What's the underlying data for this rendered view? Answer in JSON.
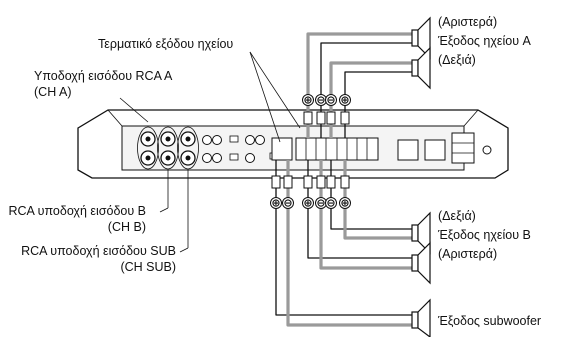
{
  "labels": {
    "terminal": "Τερματικό εξόδου ηχείου",
    "rca_a_line1": "Υποδοχή εισόδου RCA A",
    "rca_a_line2": "(CH A)",
    "rca_b_line1": "RCA υποδοχή εισόδου B",
    "rca_b_line2": "(CH B)",
    "rca_sub_line1": "RCA υποδοχή εισόδου SUB",
    "rca_sub_line2": "(CH SUB)",
    "spk_a_left": "(Αριστερά)",
    "spk_a_title": "Έξοδος ηχείου A",
    "spk_a_right": "(Δεξιά)",
    "spk_b_right": "(Δεξιά)",
    "spk_b_title": "Έξοδος ηχείου B",
    "spk_b_left": "(Αριστερά)",
    "subwoofer": "Έξοδος subwoofer"
  },
  "polarity": {
    "plus": "⊕",
    "minus": "⊖"
  }
}
